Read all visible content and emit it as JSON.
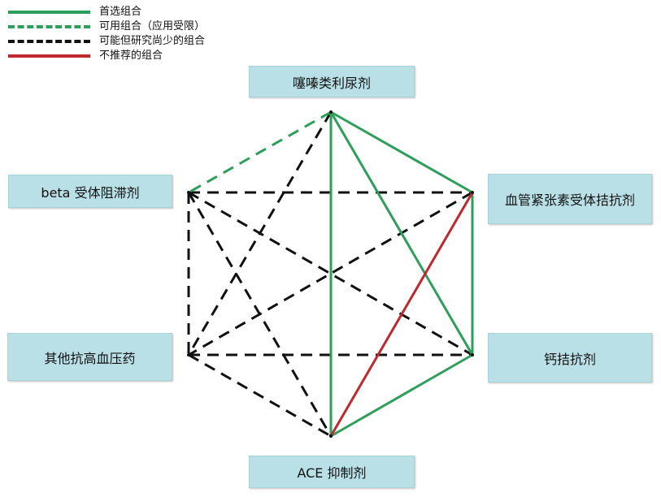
{
  "legend": [
    {
      "label": "首选组合",
      "style": "solid",
      "color": "#2e9e5b"
    },
    {
      "label": "可用组合（应用受限）",
      "style": "dashed",
      "color": "#2e9e5b"
    },
    {
      "label": "可能但研究尚少的组合",
      "style": "dashed",
      "color": "#111111"
    },
    {
      "label": "不推荐的组合",
      "style": "solid",
      "color": "#c0282f"
    }
  ],
  "nodes": {
    "diuretic": "噻嗪类利尿剂",
    "beta_blocker": "beta 受体阻滞剂",
    "arb": "血管紧张素受体拮抗剂",
    "other": "其他抗高血压药",
    "ccb": "钙拮抗剂",
    "ace": "ACE 抑制剂"
  },
  "edges": [
    {
      "from": "diuretic",
      "to": "ace",
      "type": "preferred"
    },
    {
      "from": "diuretic",
      "to": "arb",
      "type": "preferred"
    },
    {
      "from": "diuretic",
      "to": "ccb",
      "type": "preferred"
    },
    {
      "from": "arb",
      "to": "ccb",
      "type": "preferred"
    },
    {
      "from": "ccb",
      "to": "ace",
      "type": "preferred"
    },
    {
      "from": "diuretic",
      "to": "beta_blocker",
      "type": "usable"
    },
    {
      "from": "ace",
      "to": "arb",
      "type": "not_recommended"
    },
    {
      "from": "diuretic",
      "to": "other",
      "type": "possible"
    },
    {
      "from": "beta_blocker",
      "to": "arb",
      "type": "possible"
    },
    {
      "from": "beta_blocker",
      "to": "other",
      "type": "possible"
    },
    {
      "from": "beta_blocker",
      "to": "ccb",
      "type": "possible"
    },
    {
      "from": "beta_blocker",
      "to": "ace",
      "type": "possible"
    },
    {
      "from": "arb",
      "to": "other",
      "type": "possible"
    },
    {
      "from": "other",
      "to": "ccb",
      "type": "possible"
    },
    {
      "from": "other",
      "to": "ace",
      "type": "possible"
    }
  ],
  "colors": {
    "preferred": "#2e9e5b",
    "usable": "#2e9e5b",
    "possible": "#111111",
    "not_recommended": "#c0282f",
    "box_fill": "#b9e0e7"
  }
}
